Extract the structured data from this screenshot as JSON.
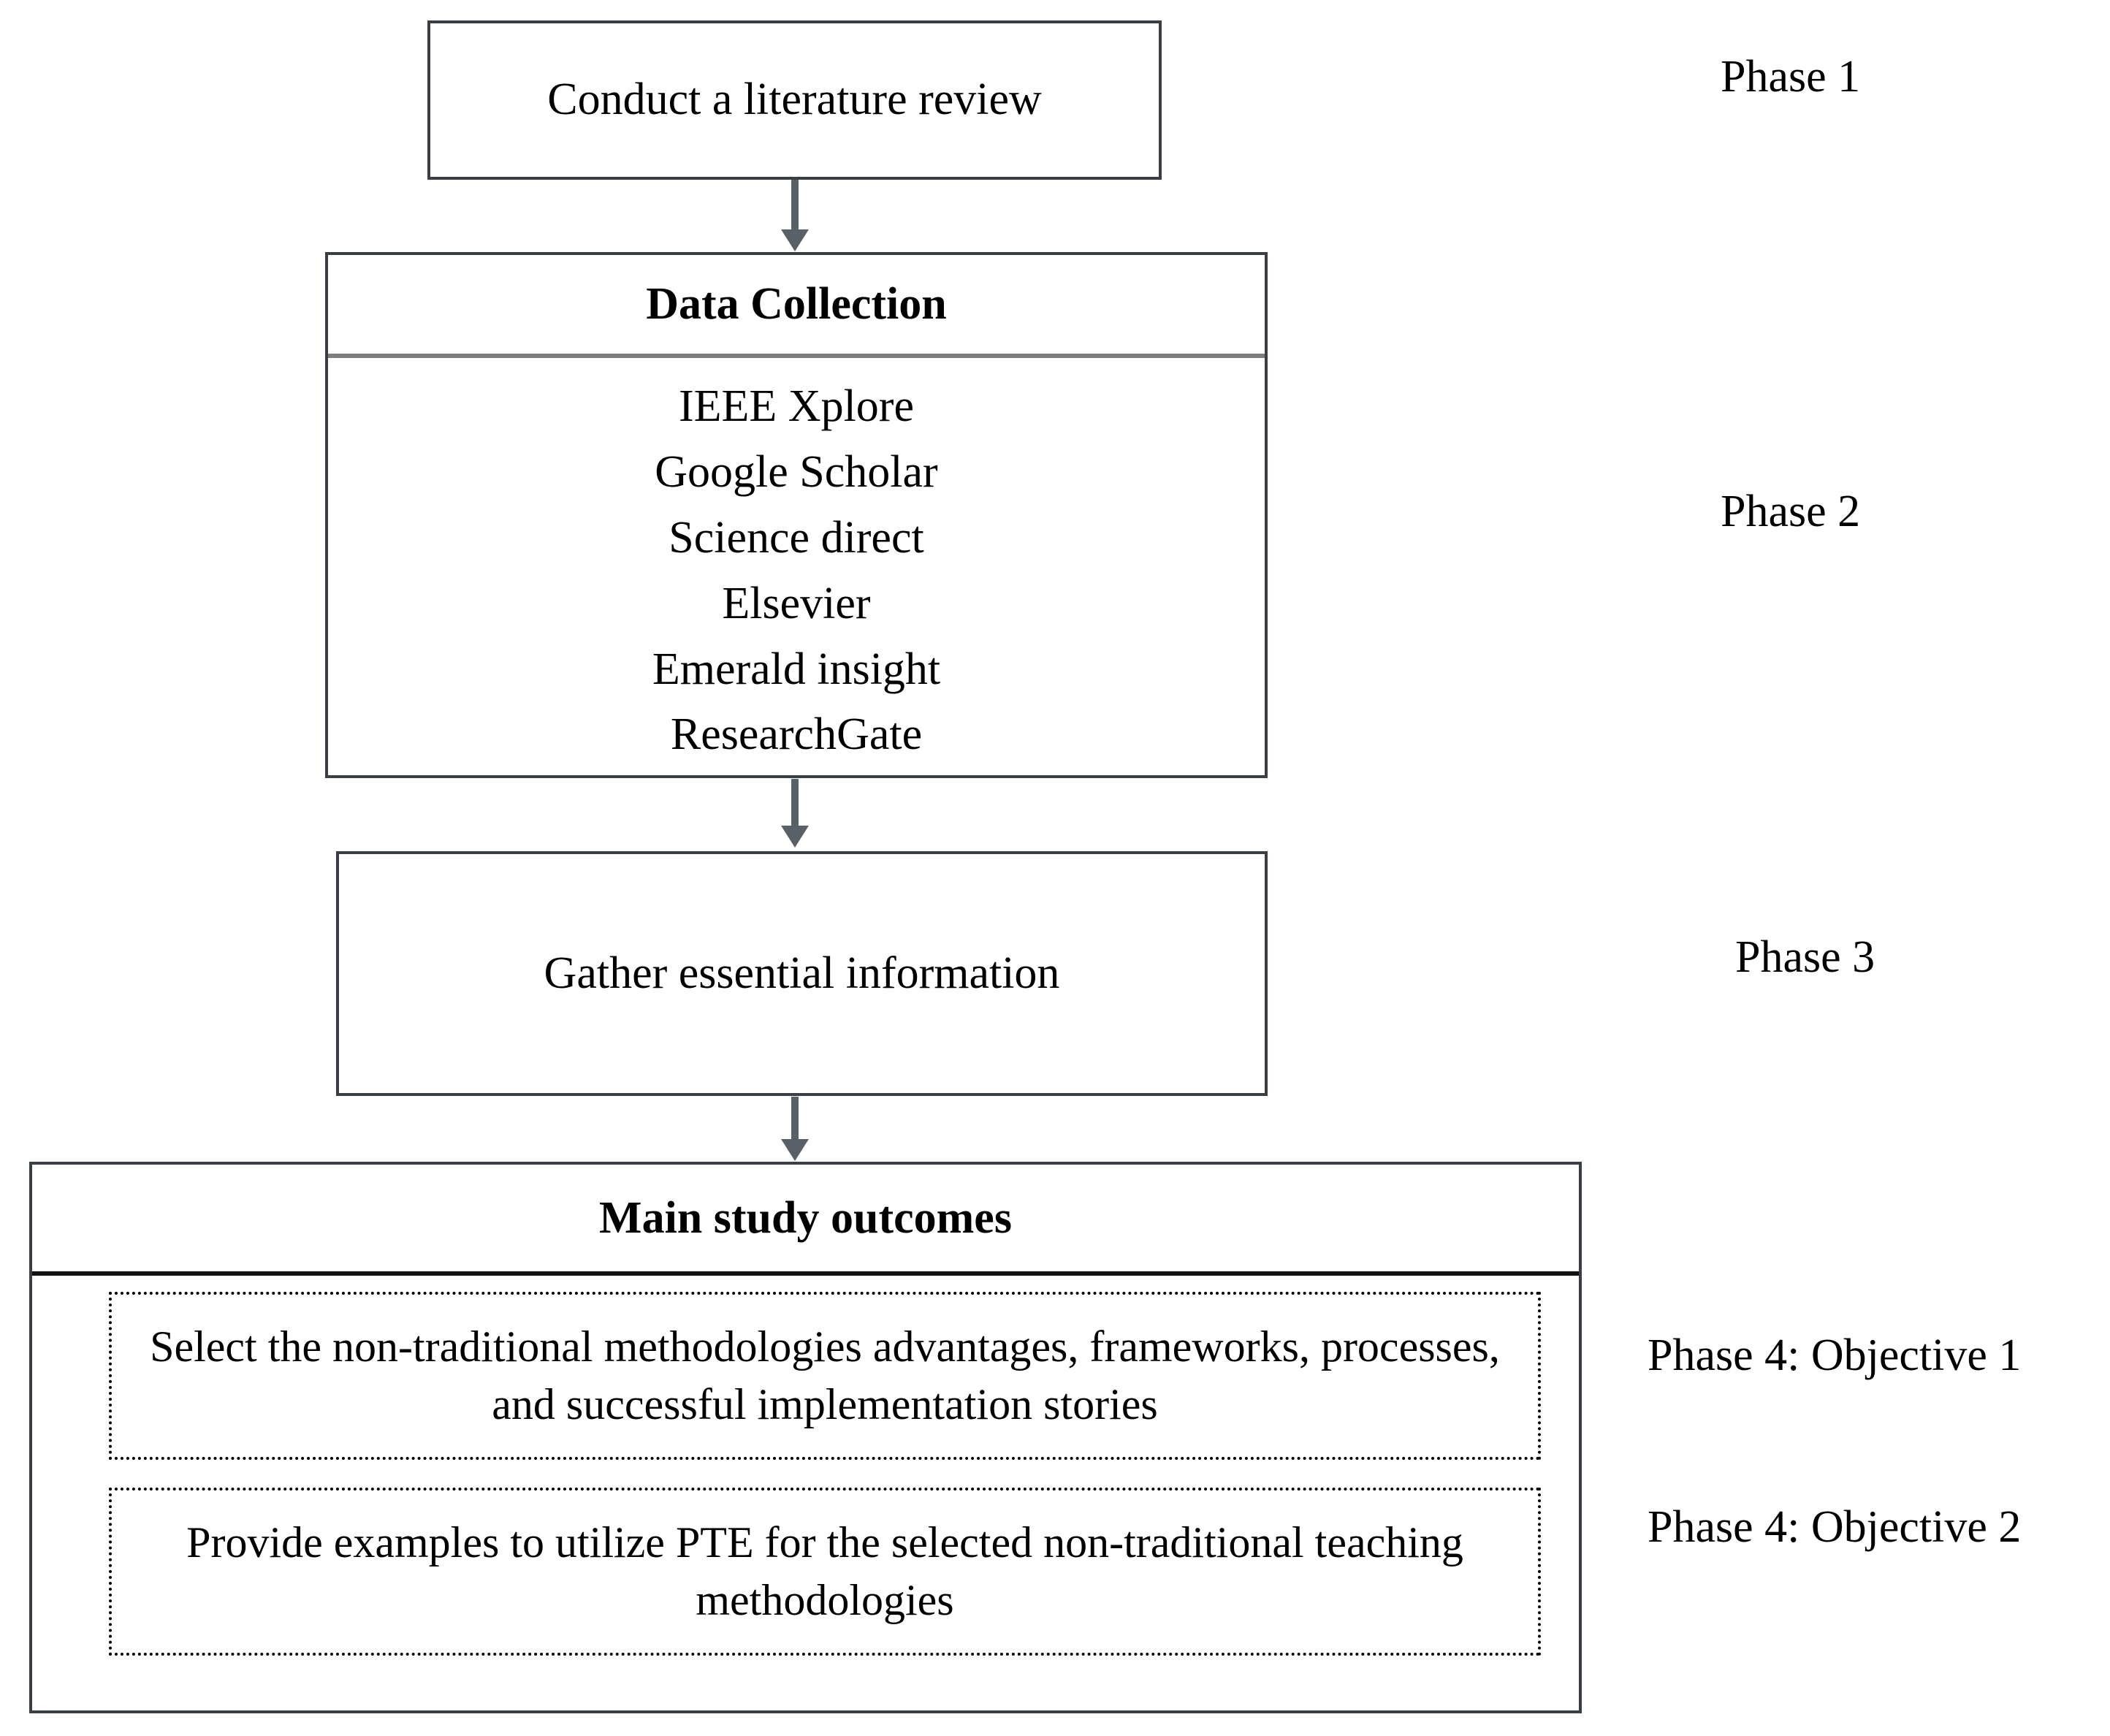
{
  "diagram": {
    "title": "Research methodology phases flowchart",
    "nodes": {
      "literature_review": {
        "label": "Conduct a literature review"
      },
      "data_collection": {
        "header": "Data Collection",
        "sources": [
          "IEEE Xplore",
          "Google Scholar",
          "Science direct",
          "Elsevier",
          "Emerald insight",
          "ResearchGate"
        ]
      },
      "gather_information": {
        "label": "Gather essential information"
      },
      "main_outcomes": {
        "header": "Main study outcomes",
        "objectives": [
          "Select the non-traditional methodologies advantages, frameworks, processes, and successful implementation stories",
          "Provide examples to utilize PTE for the selected non-traditional teaching methodologies"
        ]
      }
    },
    "phase_labels": [
      "Phase 1",
      "Phase 2",
      "Phase 3",
      "Phase 4: Objective 1",
      "Phase 4: Objective 2"
    ],
    "connectors": [
      {
        "from": "literature_review",
        "to": "data_collection"
      },
      {
        "from": "data_collection",
        "to": "gather_information"
      },
      {
        "from": "gather_information",
        "to": "main_outcomes"
      }
    ],
    "colors": {
      "box_border": "#3a3f46",
      "arrow": "#5a6068",
      "divider_gray": "#7d7d7d",
      "divider_black": "#111111",
      "text": "#000000",
      "background": "#ffffff"
    }
  }
}
